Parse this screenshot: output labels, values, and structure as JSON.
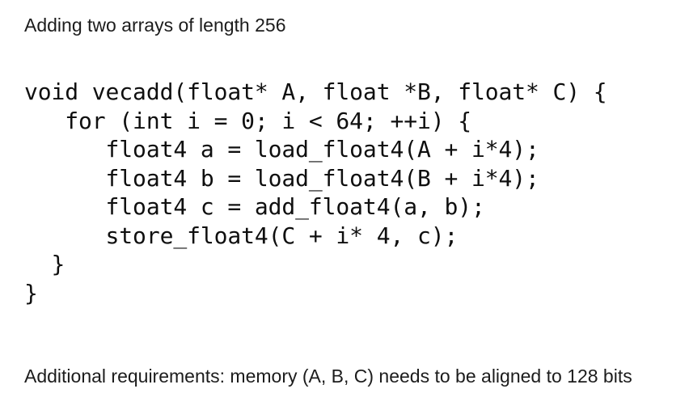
{
  "slide": {
    "title": "Adding two arrays of length 256",
    "code": {
      "lines": [
        "void vecadd(float* A, float *B, float* C) {",
        "   for (int i = 0; i < 64; ++i) {",
        "      float4 a = load_float4(A + i*4);",
        "      float4 b = load_float4(B + i*4);",
        "      float4 c = add_float4(a, b);",
        "      store_float4(C + i* 4, c);",
        "  }",
        "}"
      ]
    },
    "footnote": "Additional requirements: memory (A, B, C) needs to be aligned to 128 bits"
  }
}
